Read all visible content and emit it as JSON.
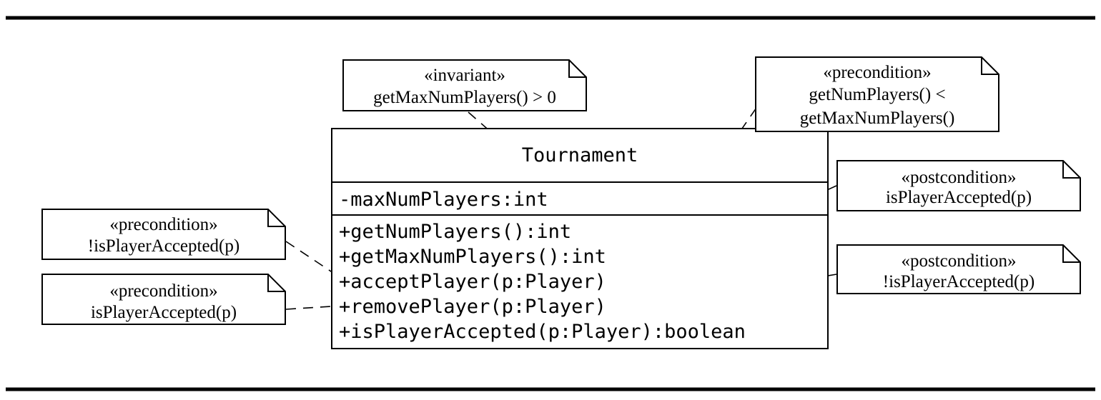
{
  "class": {
    "name": "Tournament",
    "attributes": [
      "-maxNumPlayers:int"
    ],
    "operations": [
      "+getNumPlayers():int",
      "+getMaxNumPlayers():int",
      "+acceptPlayer(p:Player)",
      "+removePlayer(p:Player)",
      "+isPlayerAccepted(p:Player):boolean"
    ]
  },
  "notes": {
    "invariant": {
      "stereotype": "«invariant»",
      "lines": [
        "getMaxNumPlayers() > 0"
      ]
    },
    "accept_pre": {
      "stereotype": "«precondition»",
      "lines": [
        "getNumPlayers() <",
        "getMaxNumPlayers()"
      ]
    },
    "accept_post": {
      "stereotype": "«postcondition»",
      "lines": [
        "isPlayerAccepted(p)"
      ]
    },
    "remove_post": {
      "stereotype": "«postcondition»",
      "lines": [
        "!isPlayerAccepted(p)"
      ]
    },
    "accept_pre_left": {
      "stereotype": "«precondition»",
      "lines": [
        "!isPlayerAccepted(p)"
      ]
    },
    "remove_pre": {
      "stereotype": "«precondition»",
      "lines": [
        "isPlayerAccepted(p)"
      ]
    }
  }
}
